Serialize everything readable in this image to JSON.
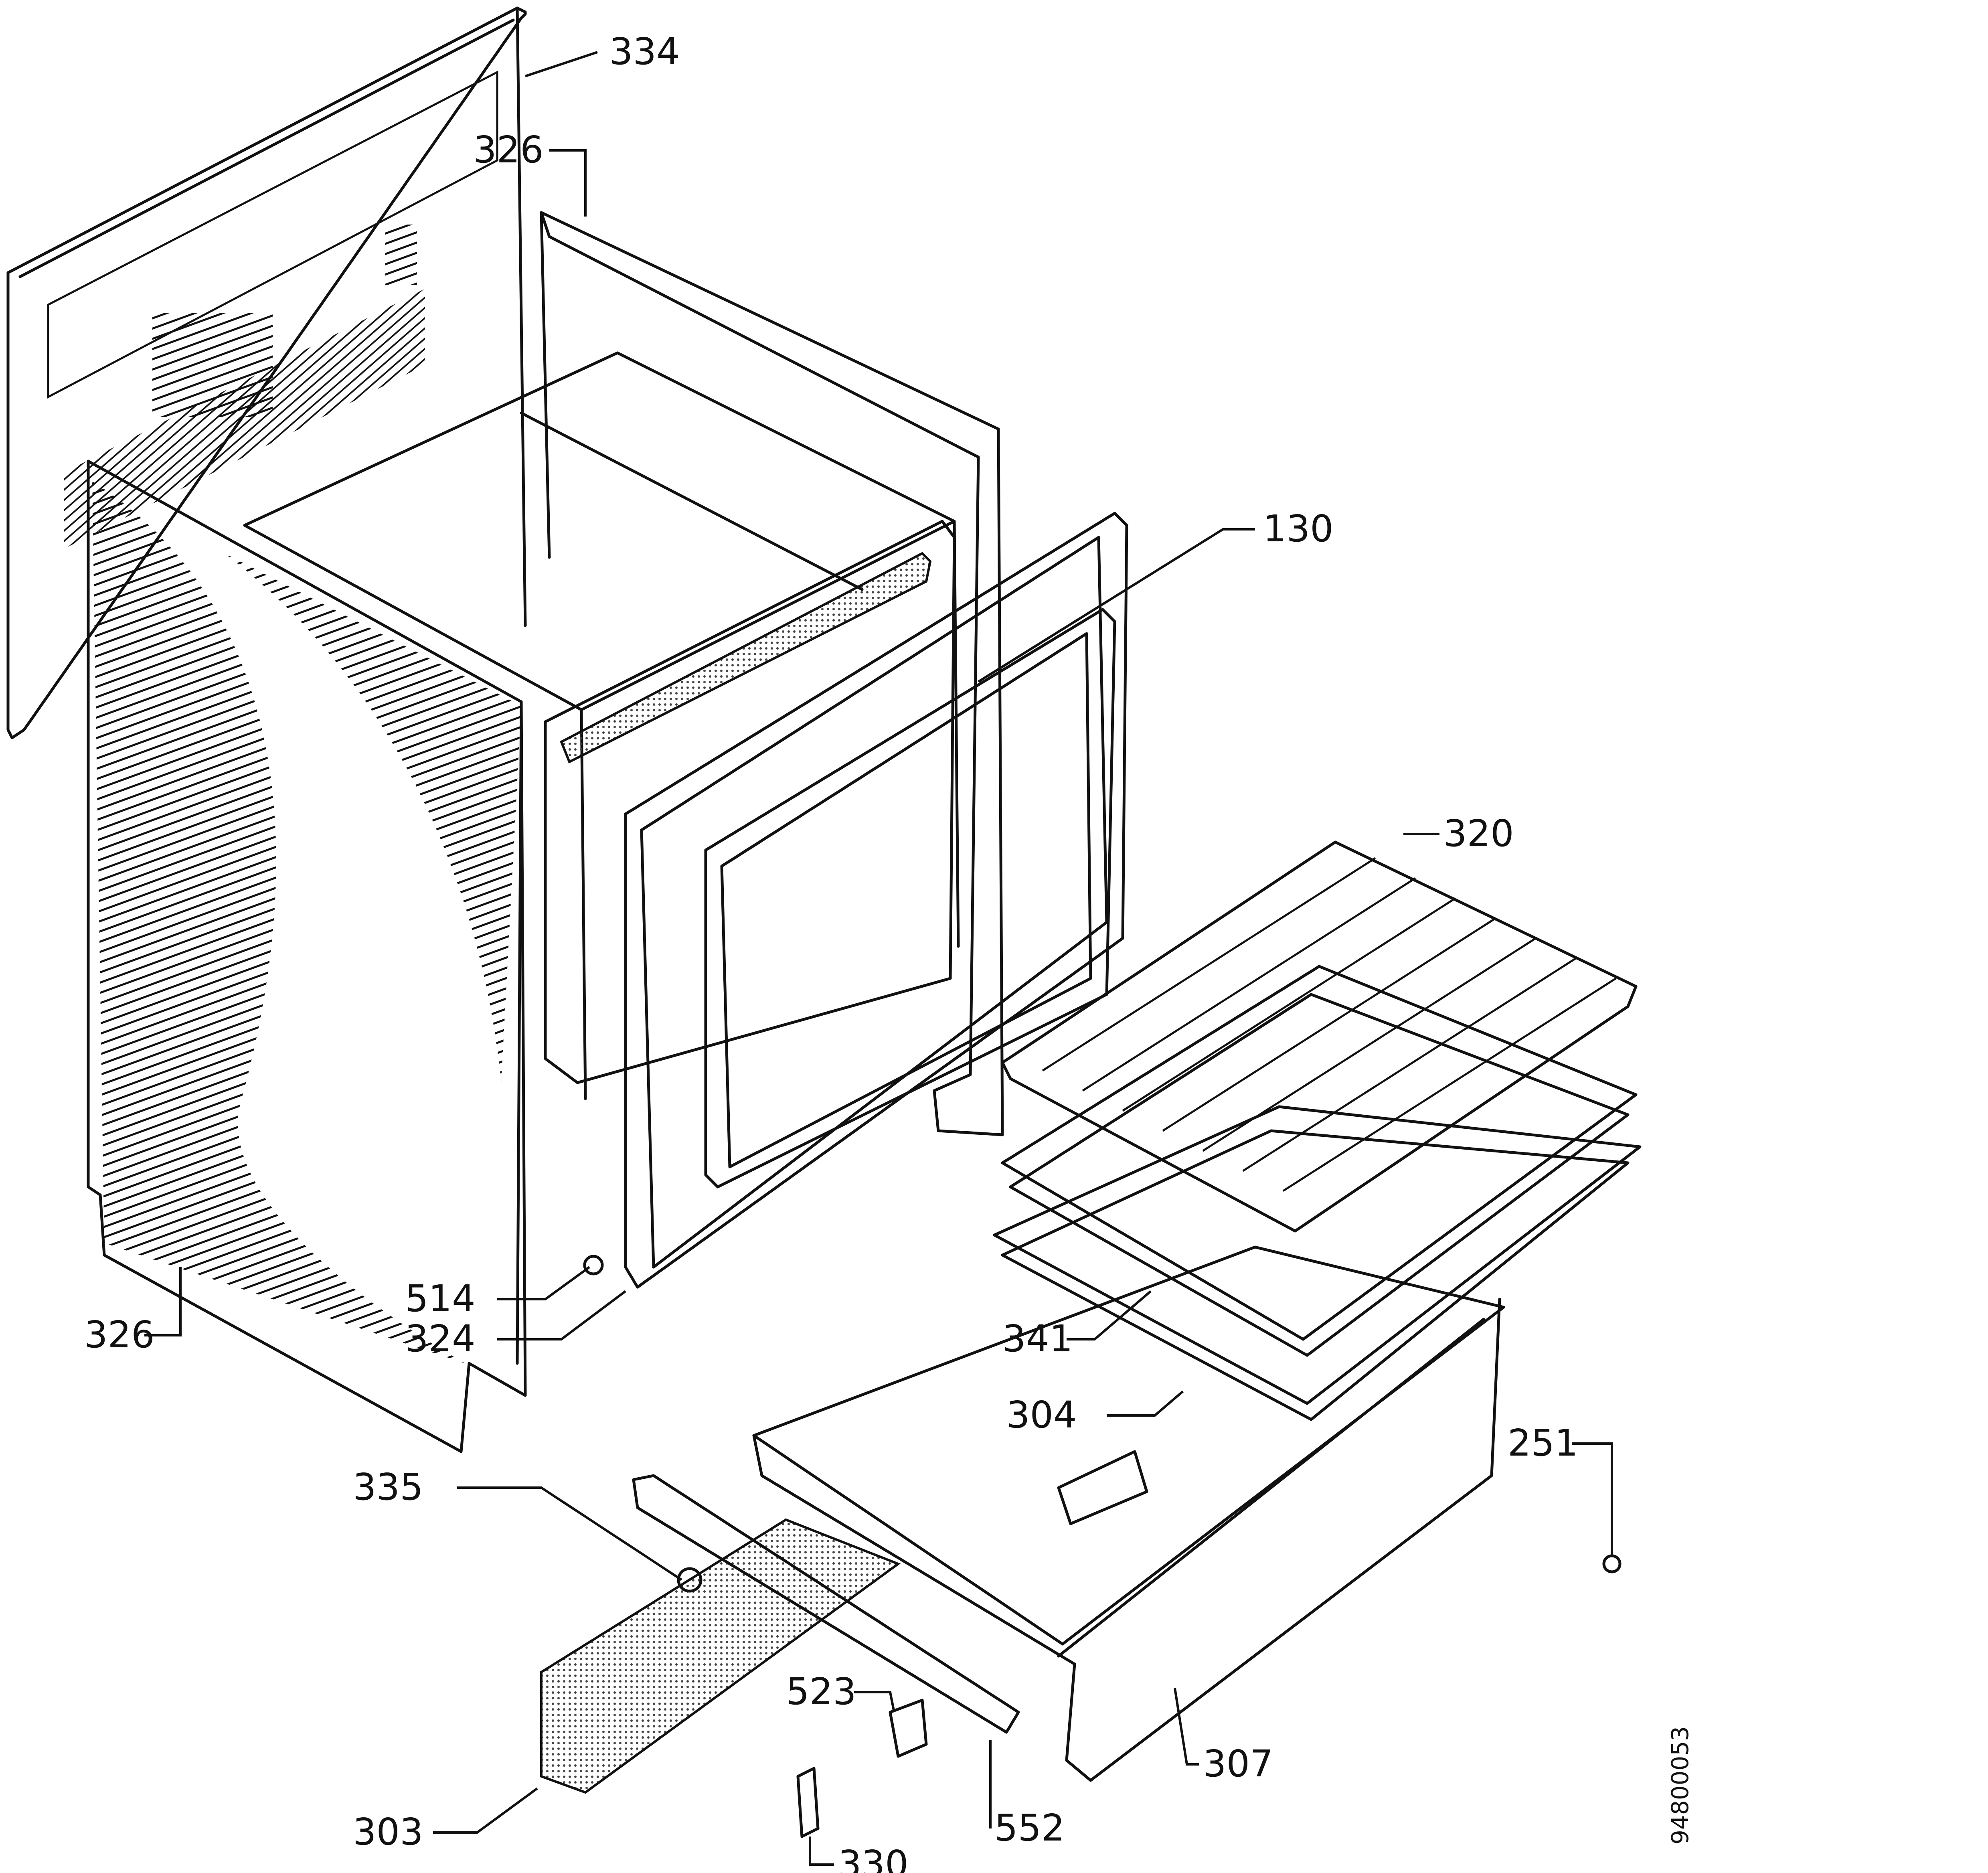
{
  "drawing_number": "94800053",
  "callouts": [
    {
      "id": "334",
      "label": "334"
    },
    {
      "id": "326-top",
      "label": "326"
    },
    {
      "id": "130",
      "label": "130"
    },
    {
      "id": "320",
      "label": "320"
    },
    {
      "id": "326-left",
      "label": "326"
    },
    {
      "id": "514",
      "label": "514"
    },
    {
      "id": "324",
      "label": "324"
    },
    {
      "id": "341",
      "label": "341"
    },
    {
      "id": "304",
      "label": "304"
    },
    {
      "id": "251",
      "label": "251"
    },
    {
      "id": "335",
      "label": "335"
    },
    {
      "id": "523",
      "label": "523"
    },
    {
      "id": "307",
      "label": "307"
    },
    {
      "id": "303",
      "label": "303"
    },
    {
      "id": "552",
      "label": "552"
    },
    {
      "id": "330",
      "label": "330"
    }
  ]
}
